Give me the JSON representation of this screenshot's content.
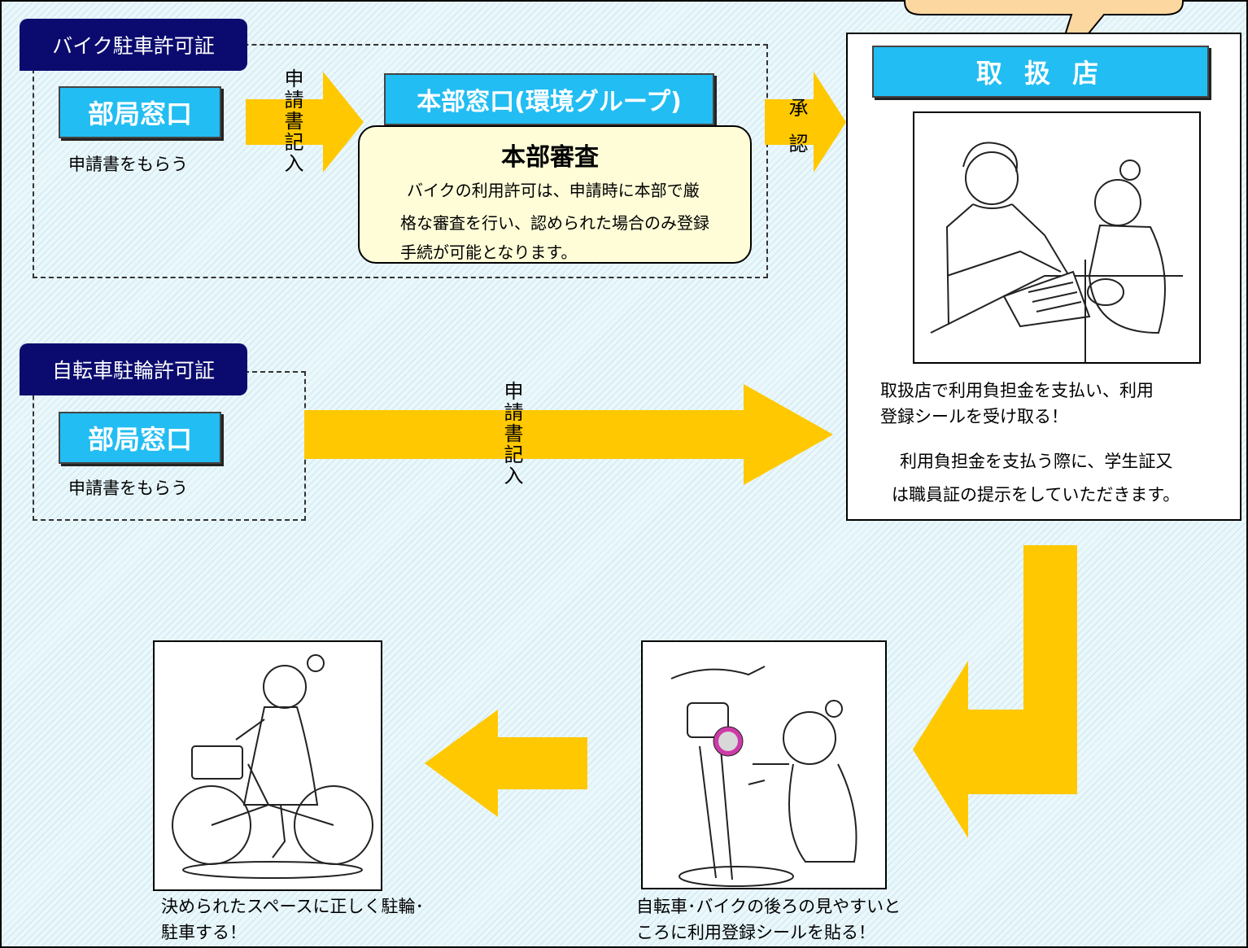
{
  "bike_permit": {
    "section_label": "バイク駐車許可証",
    "dept_window": "部局窓口",
    "get_form": "申請書をもらう",
    "fill_form": "申請書記入",
    "hq_window": "本部窓口(環境グループ)",
    "review_title": "本部審査",
    "review_body_line1": "バイクの利用許可は、申請時に本部で厳",
    "review_body_line2": "格な審査を行い、認められた場合のみ登録",
    "review_body_line3": "手続が可能となります。",
    "approval": "承認"
  },
  "bicycle_permit": {
    "section_label": "自転車駐輪許可証",
    "dept_window": "部局窓口",
    "get_form": "申請書をもらう",
    "fill_form": "申請書記入"
  },
  "store": {
    "title": "取 扱 店",
    "caption_line1": "取扱店で利用負担金を支払い、利用",
    "caption_line2": "登録シールを受け取る！",
    "note_line1": "利用負担金を支払う際に、学生証又",
    "note_line2": "は職員証の提示をしていただきます。"
  },
  "sticker_step": {
    "caption_line1": "自転車･バイクの後ろの見やすいと",
    "caption_line2": "ころに利用登録シールを貼る！"
  },
  "park_step": {
    "caption_line1": "決められたスペースに正しく駐輪･",
    "caption_line2": "駐車する！"
  },
  "colors": {
    "arrow": "#ffc800",
    "window_blue": "#22bdf2",
    "label_navy": "#0b0b6f",
    "review_bg": "#fefdd8",
    "callout": "#fcd7a0"
  }
}
